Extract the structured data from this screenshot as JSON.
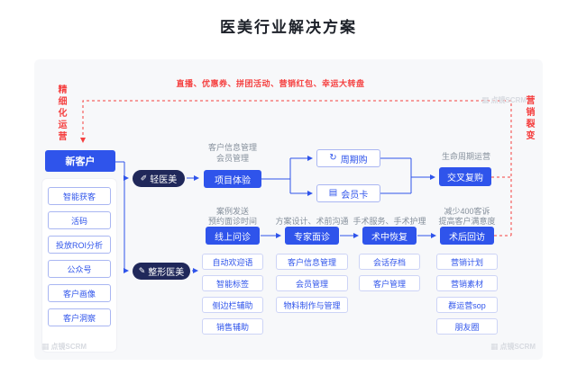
{
  "page": {
    "title": "医美行业解决方案"
  },
  "banner": {
    "text": "直播、优惠券、拼团活动、营销红包、幸运大转盘"
  },
  "side_labels": {
    "left": "精细化运营",
    "right": "营销裂变"
  },
  "icons": {
    "syringe": "✐",
    "scalpel": "✎",
    "cycle": "↻",
    "card": "▤",
    "watermark": "▦"
  },
  "new_customer": {
    "header": "新客户",
    "items": [
      {
        "label": "智能获客"
      },
      {
        "label": "活码"
      },
      {
        "label": "投放ROI分析"
      },
      {
        "label": "公众号"
      },
      {
        "label": "客户画像"
      },
      {
        "label": "客户洞察"
      }
    ]
  },
  "branches": {
    "light": "轻医美",
    "plastic": "整形医美"
  },
  "light_flow": {
    "notes": [
      "客户信息管理",
      "会员管理"
    ],
    "experience": "项目体验",
    "options": [
      {
        "label": "周期购"
      },
      {
        "label": "会员卡"
      }
    ],
    "repurchase_note": "生命周期运营",
    "repurchase": "交叉复购"
  },
  "stages": [
    {
      "notes": [
        "案例发送",
        "预约面诊时间"
      ],
      "label": "线上问诊",
      "items": [
        {
          "label": "自动欢迎语"
        },
        {
          "label": "智能标签"
        },
        {
          "label": "侧边栏辅助"
        },
        {
          "label": "销售辅助"
        }
      ]
    },
    {
      "notes": [
        "方案设计、术前沟通"
      ],
      "label": "专家面诊",
      "items": [
        {
          "label": "客户信息管理"
        },
        {
          "label": "会员管理"
        },
        {
          "label": "物料制作与管理"
        }
      ]
    },
    {
      "notes": [
        "手术服务、手术护理"
      ],
      "label": "术中恢复",
      "items": [
        {
          "label": "会话存档"
        },
        {
          "label": "客户管理"
        }
      ]
    },
    {
      "notes": [
        "减少400客诉",
        "提高客户满意度"
      ],
      "label": "术后回访",
      "items": [
        {
          "label": "营销计划"
        },
        {
          "label": "营销素材"
        },
        {
          "label": "群运营sop"
        },
        {
          "label": "朋友圈"
        }
      ]
    }
  ],
  "watermark": {
    "text": "点镜SCRM"
  },
  "colors": {
    "primary": "#2F54EB",
    "navy": "#20285A",
    "red": "#F53F3F",
    "note_gray": "#86909C",
    "panel_bg": "#F7F8FA"
  }
}
